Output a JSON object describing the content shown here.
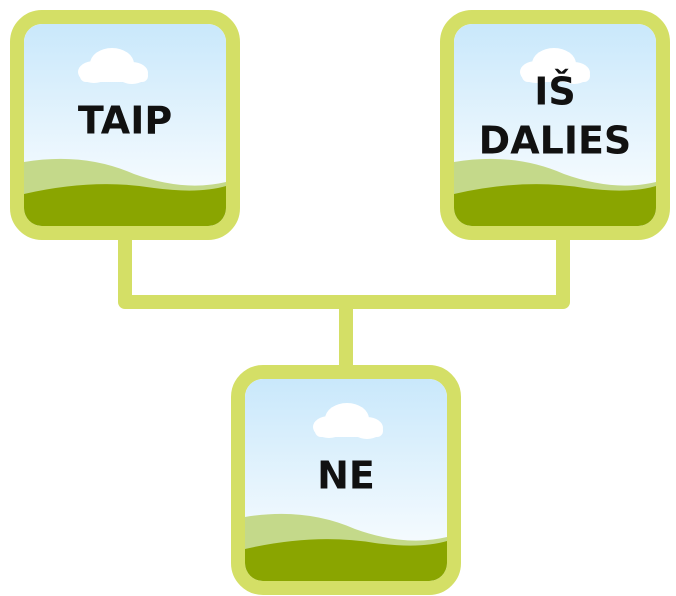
{
  "nodes": [
    {
      "id": "taip",
      "label": "TAIP"
    },
    {
      "id": "isdalies",
      "label": "IŠ\nDALIES"
    },
    {
      "id": "ne",
      "label": "NE"
    }
  ],
  "colors": {
    "frame": "#d4df66",
    "connector": "#d4df66",
    "sky_top": "#c9e8fb",
    "sky_bottom": "#ffffff",
    "cloud": "#ffffff",
    "hill_light": "#c4d98a",
    "hill_dark": "#8aa500"
  },
  "icons": {
    "background": "landscape-scene-icon",
    "cloud": "cloud-icon"
  }
}
